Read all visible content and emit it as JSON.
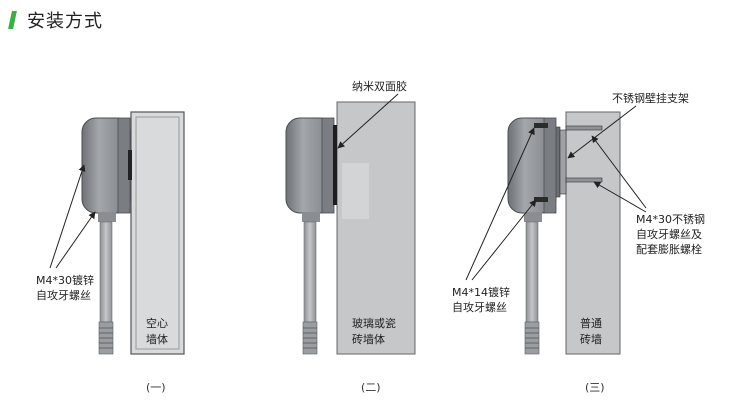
{
  "header": {
    "title": "安装方式"
  },
  "panels": [
    {
      "wall_label": [
        "空心",
        "墙体"
      ],
      "screw_label": [
        "M4*30镀锌",
        "自攻牙螺丝"
      ],
      "caption": "(一)"
    },
    {
      "wall_label": [
        "玻璃或瓷",
        "砖墙体"
      ],
      "tape_label": "纳米双面胶",
      "caption": "(二)"
    },
    {
      "wall_label": [
        "普通",
        "砖墙"
      ],
      "bracket_label": "不锈钢壁挂支架",
      "bolt_label": [
        "M4*30不锈钢",
        "自攻牙螺丝及",
        "配套膨胀螺栓"
      ],
      "screw_label": [
        "M4*14镀锌",
        "自攻牙螺丝"
      ],
      "caption": "(三)"
    }
  ],
  "colors": {
    "accent": "#3cb045",
    "wall_hollow": "#d9dadc",
    "wall_solid": "#c6c7c9",
    "housing": "#8a8d91"
  }
}
